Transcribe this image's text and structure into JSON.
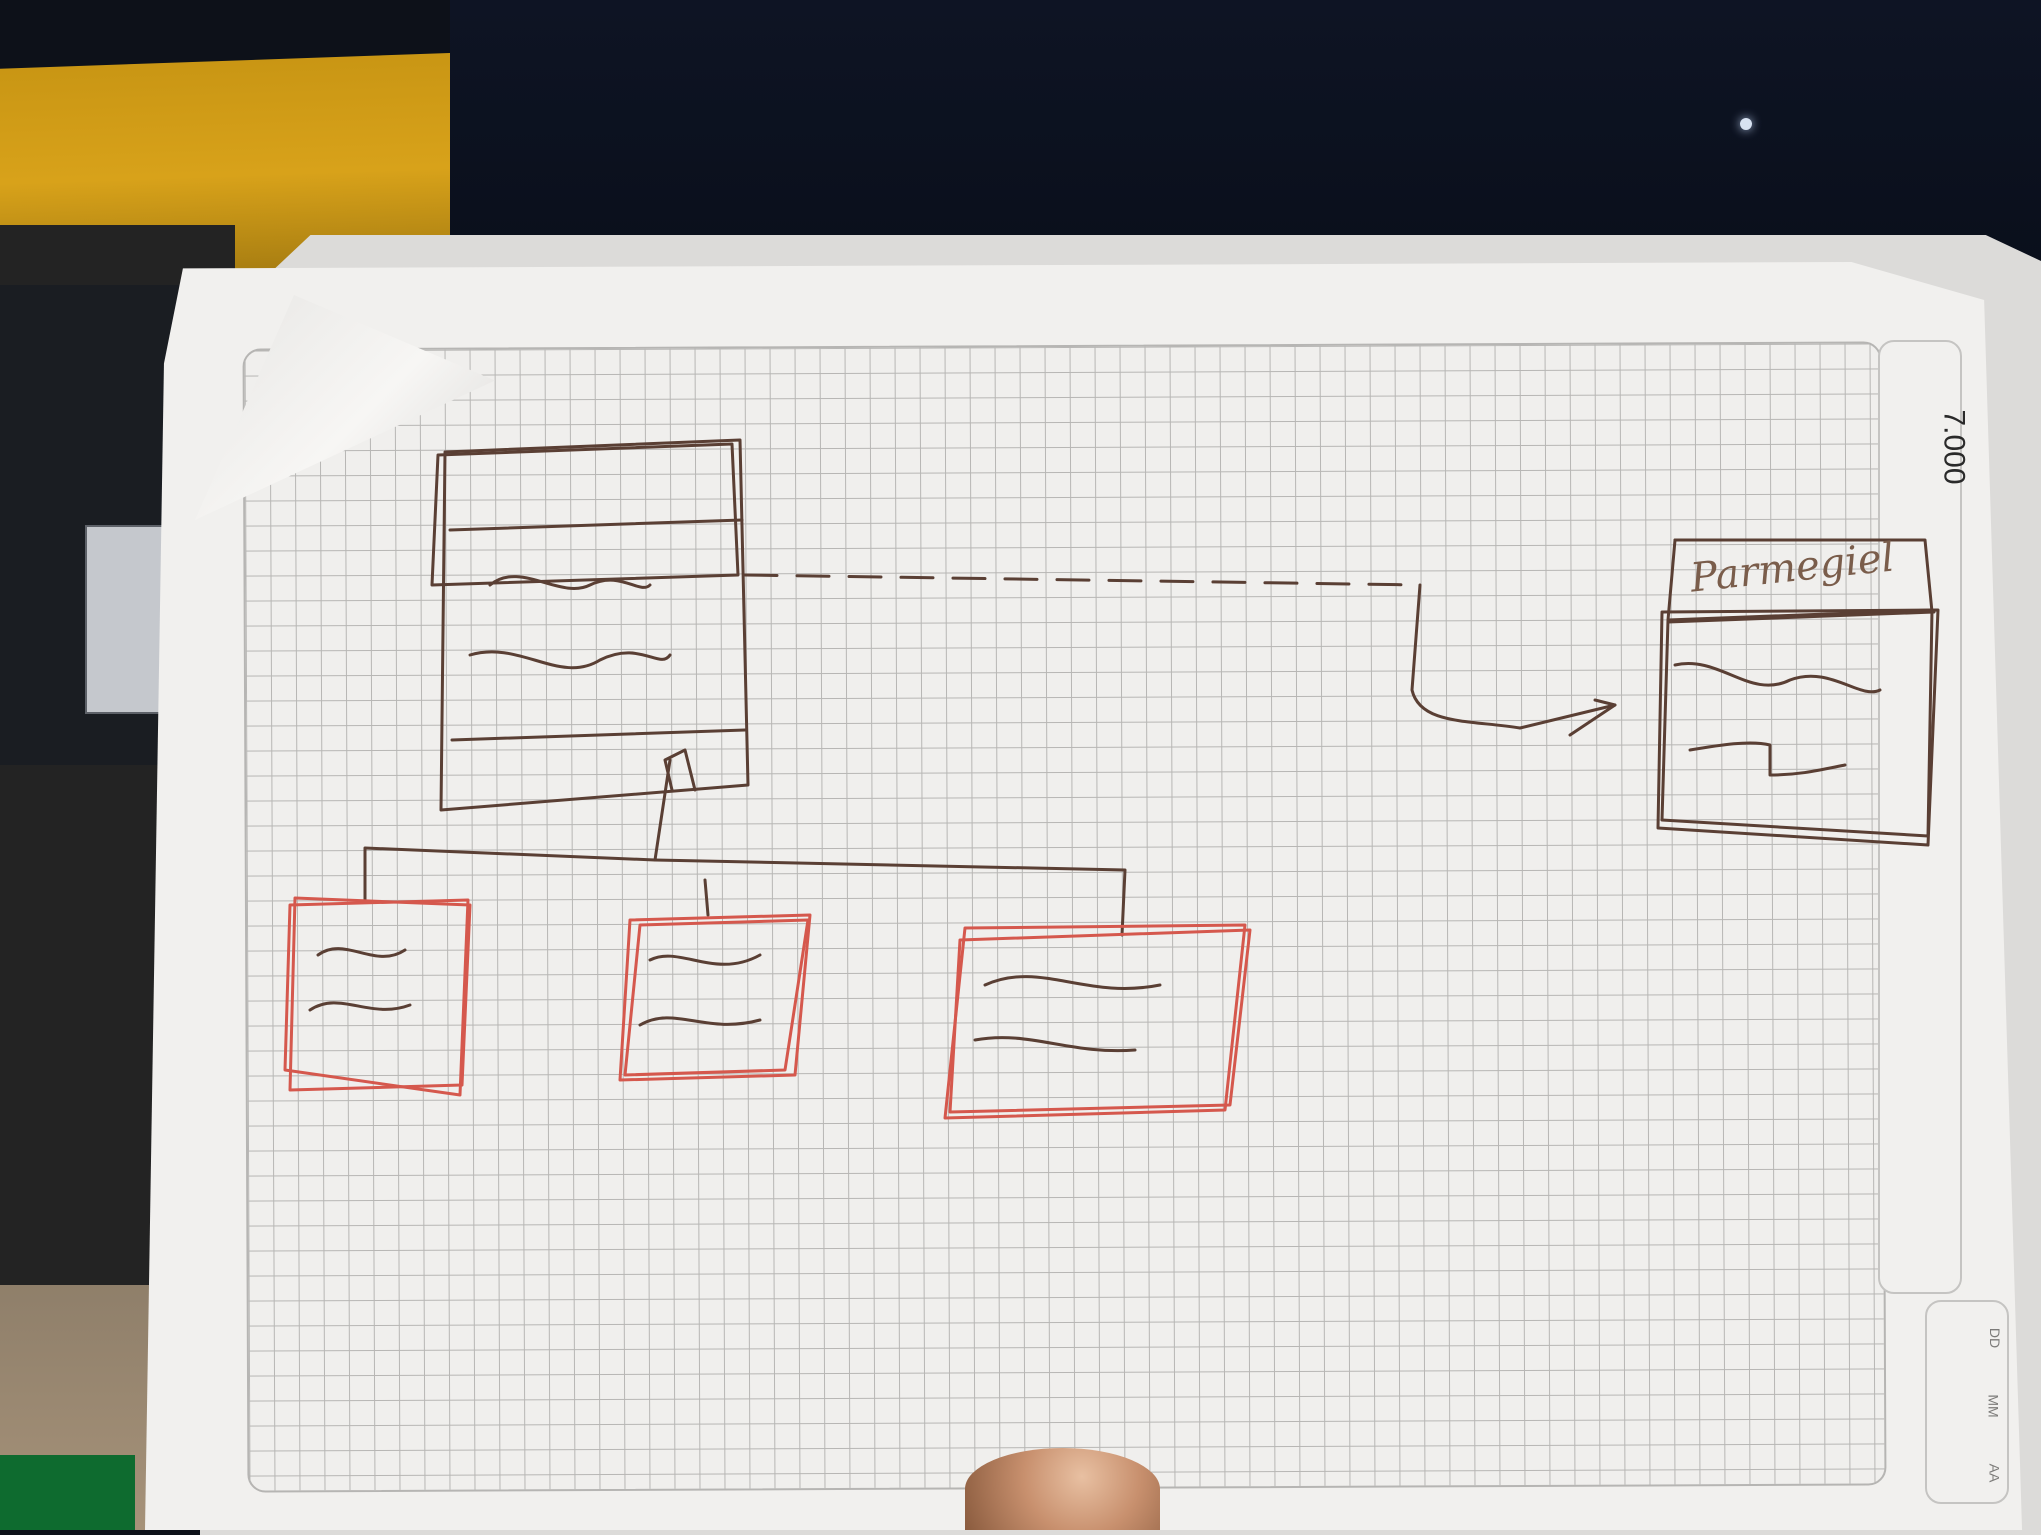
{
  "scene": {
    "background": "desk with laptop, yellow and dark objects",
    "paper_color": "#f1f0ee",
    "grid_color": "#b7b6b4",
    "ink_color_brown": "#5a3f34",
    "ink_color_red": "#d5584d"
  },
  "notebook": {
    "page_number": "7.000",
    "date_fields": {
      "day": "DD",
      "month": "MM",
      "year": "AA"
    }
  },
  "sketch": {
    "annotation": "Parmegiel"
  }
}
